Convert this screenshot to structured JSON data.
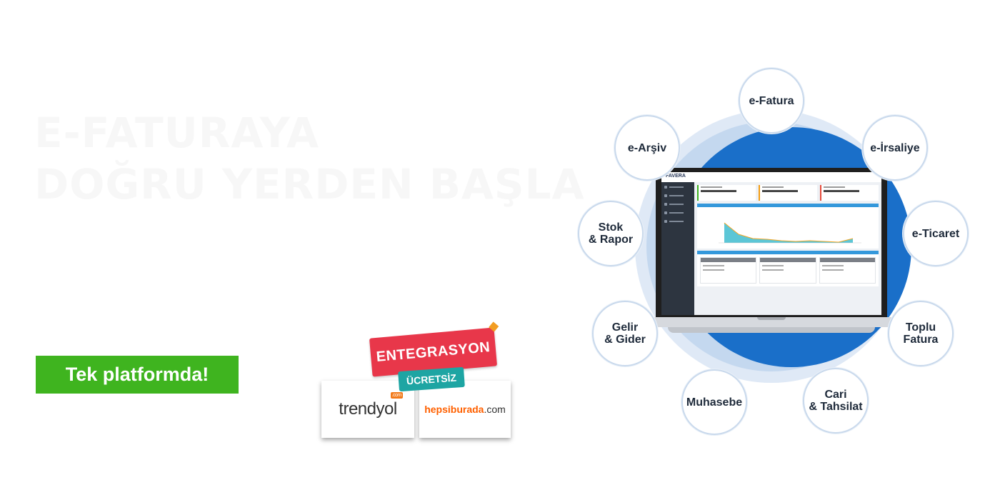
{
  "hero": {
    "headline_line1": "E-FATURAYA",
    "headline_line2": "DOĞRU YERDEN BAŞLA",
    "cta_label": "Tek platformda!"
  },
  "integration": {
    "ribbon": "ENTEGRASYON",
    "tag": "ÜCRETSİZ",
    "partners": [
      {
        "name": "trendyol",
        "badge": ".com"
      },
      {
        "name": "hepsiburada",
        "suffix": ".com"
      }
    ]
  },
  "hub": {
    "app_logo": "FAVERA",
    "features": [
      {
        "line1": "e-Fatura",
        "line2": ""
      },
      {
        "line1": "e-İrsaliye",
        "line2": ""
      },
      {
        "line1": "e-Ticaret",
        "line2": ""
      },
      {
        "line1": "Toplu",
        "line2": "Fatura"
      },
      {
        "line1": "Cari",
        "line2": "& Tahsilat"
      },
      {
        "line1": "Muhasebe",
        "line2": ""
      },
      {
        "line1": "Gelir",
        "line2": "& Gider"
      },
      {
        "line1": "Stok",
        "line2": "& Rapor"
      },
      {
        "line1": "e-Arşiv",
        "line2": ""
      }
    ]
  },
  "colors": {
    "cta_green": "#3fb41f",
    "ribbon_red": "#e8374a",
    "tag_teal": "#1ea5a3",
    "hub_blue": "#1a6fc9"
  }
}
